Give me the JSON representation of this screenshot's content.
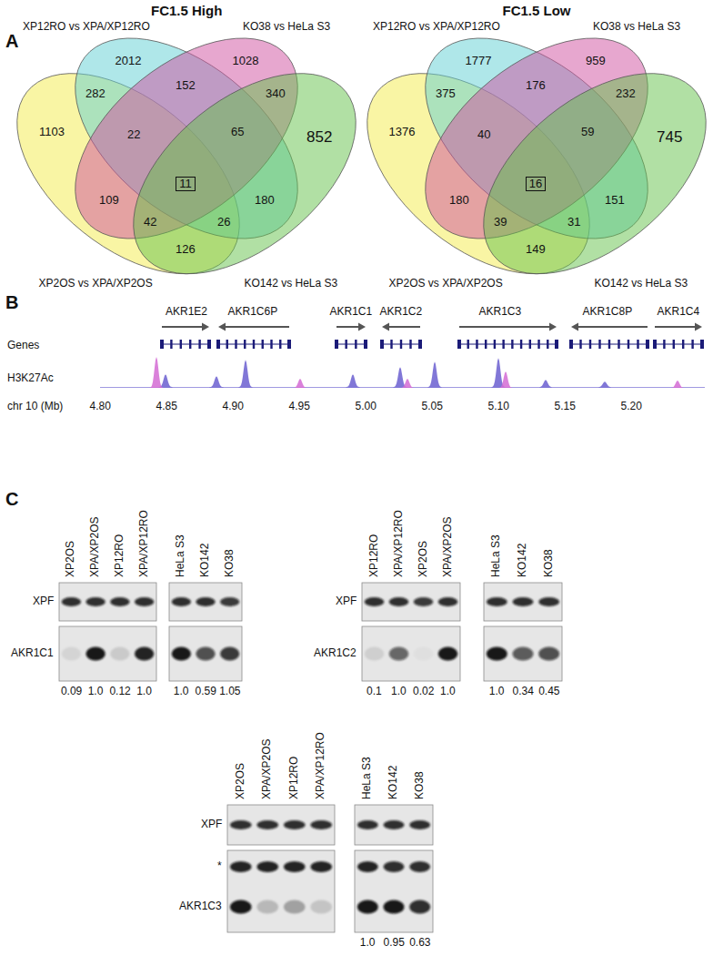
{
  "diagram": {
    "nodes": [
      {
        "text": [
          "11"
        ]
      },
      {
        "text": [
          "16"
        ]
      }
    ],
    "labels": [
      "A",
      "FC1.5 High",
      "FC1.5 Low",
      "XP12RO vs XPA/XP12RO",
      "KO38 vs HeLa S3",
      "XP2OS vs XPA/XP2OS",
      "KO142 vs HeLa S3",
      "1103",
      "2012",
      "1028",
      "852",
      "282",
      "152",
      "340",
      "22",
      "65",
      "180",
      "109",
      "42",
      "26",
      "126",
      "XP12RO vs XPA/XP12RO",
      "KO38 vs HeLa S3",
      "XP2OS vs XPA/XP2OS",
      "KO142 vs HeLa S3",
      "1376",
      "1777",
      "959",
      "745",
      "375",
      "176",
      "232",
      "40",
      "59",
      "151",
      "180",
      "39",
      "31",
      "149",
      "B",
      "AKR1E2",
      "AKR1C6P",
      "AKR1C1",
      "AKR1C2",
      "AKR1C3",
      "AKR1C8P",
      "AKR1C4",
      "Genes",
      "H3K27Ac",
      "chr 10 (Mb)",
      "4.80",
      "4.85",
      "4.90",
      "4.95",
      "5.00",
      "5.05",
      "5.10",
      "5.15",
      "5.20",
      "C",
      "XP2OS",
      "XPA/XP2OS",
      "XP12RO",
      "XPA/XP12RO",
      "HeLa S3",
      "KO142",
      "KO38",
      "XPF",
      "AKR1C1",
      "0.09",
      "1.0",
      "0.12",
      "1.0",
      "1.0",
      "0.59",
      "1.05",
      "XP12RO",
      "XPA/XP12RO",
      "XP2OS",
      "XPA/XP2OS",
      "HeLa S3",
      "KO142",
      "KO38",
      "XPF",
      "AKR1C2",
      "0.1",
      "1.0",
      "0.02",
      "1.0",
      "1.0",
      "0.34",
      "0.45",
      "XP2OS",
      "XPA/XP2OS",
      "XP12RO",
      "XPA/XP12RO",
      "HeLa S3",
      "KO142",
      "KO38",
      "XPF",
      "*",
      "AKR1C3",
      "1.0",
      "0.95",
      "0.63"
    ]
  }
}
